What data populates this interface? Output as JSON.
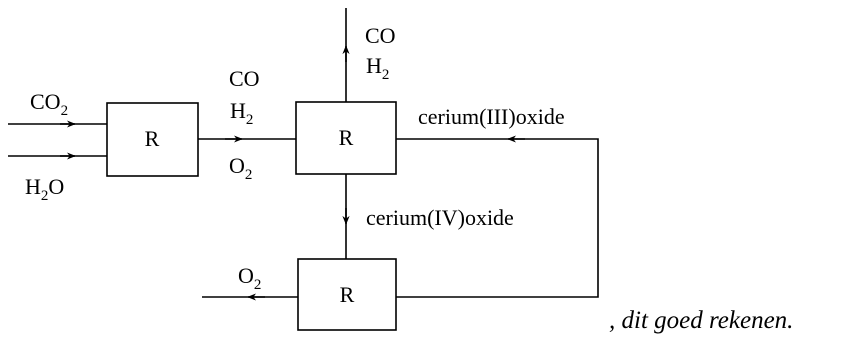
{
  "reactors": [
    {
      "label": "R"
    },
    {
      "label": "R"
    },
    {
      "label": "R"
    }
  ],
  "streams": {
    "co2_in": {
      "main": "CO",
      "sub": "2"
    },
    "h2o_in": {
      "main": "H",
      "sub": "2",
      "tail": "O"
    },
    "co_mid": {
      "main": "CO"
    },
    "h2_mid": {
      "main": "H",
      "sub": "2"
    },
    "o2_mid": {
      "main": "O",
      "sub": "2"
    },
    "co_top": {
      "main": "CO"
    },
    "h2_top": {
      "main": "H",
      "sub": "2"
    },
    "cerium3": "cerium(III)oxide",
    "cerium4": "cerium(IV)oxide",
    "o2_out": {
      "main": "O",
      "sub": "2"
    }
  },
  "caption": ", dit goed rekenen."
}
